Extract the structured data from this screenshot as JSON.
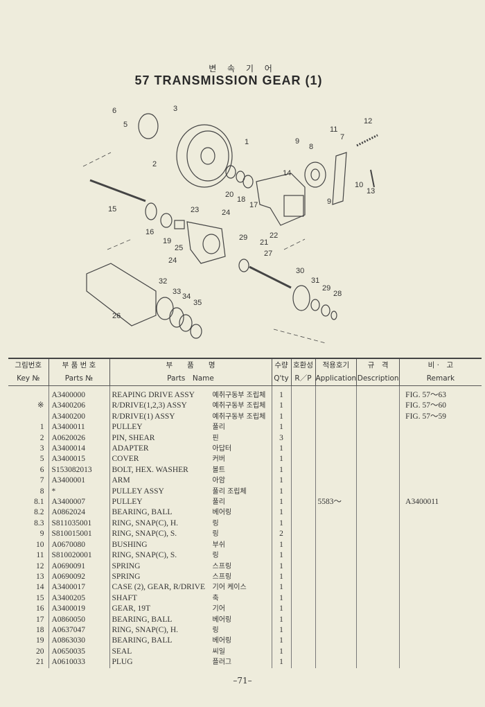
{
  "header": {
    "title_ko": "변 속 기 어",
    "title": "57 TRANSMISSION GEAR (1)"
  },
  "diagram": {
    "callouts": [
      "6",
      "3",
      "5",
      "1",
      "2",
      "9",
      "8",
      "11",
      "7",
      "12",
      "14",
      "10",
      "13",
      "9",
      "20",
      "18",
      "17",
      "15",
      "23",
      "24",
      "16",
      "19",
      "25",
      "29",
      "22",
      "21",
      "27",
      "24",
      "30",
      "31",
      "32",
      "33",
      "34",
      "29",
      "28",
      "35",
      "26"
    ]
  },
  "table": {
    "headers_ko": [
      "그림번호",
      "부 품 번 호",
      "부　　품　　명",
      "수량",
      "호환성",
      "적용호기",
      "규　격",
      "비 ·　고"
    ],
    "headers_en": [
      "Key №",
      "Parts №",
      "Parts　Name",
      "Q'ty",
      "R／P",
      "Application",
      "Description",
      "Remark"
    ],
    "rows": [
      {
        "key": "",
        "pn": "A3400000",
        "name": "REAPING DRIVE ASSY",
        "ko": "예취구동부 조립체",
        "qty": "1",
        "app": "",
        "remark": "FIG. 57～63"
      },
      {
        "key": "※",
        "pn": "A3400206",
        "name": "R/DRIVE(1,2,3) ASSY",
        "ko": "예취구동부 조립체",
        "qty": "1",
        "app": "",
        "remark": "FIG. 57～60"
      },
      {
        "key": "",
        "pn": "A3400200",
        "name": "R/DRIVE(1) ASSY",
        "ko": "예취구동부 조립체",
        "qty": "1",
        "app": "",
        "remark": "FIG. 57～59"
      },
      {
        "key": "1",
        "pn": "A3400011",
        "name": "PULLEY",
        "ko": "풀리",
        "qty": "1",
        "app": "",
        "remark": ""
      },
      {
        "key": "2",
        "pn": "A0620026",
        "name": "PIN, SHEAR",
        "ko": "핀",
        "qty": "3",
        "app": "",
        "remark": ""
      },
      {
        "key": "3",
        "pn": "A3400014",
        "name": "ADAPTER",
        "ko": "아답터",
        "qty": "1",
        "app": "",
        "remark": ""
      },
      {
        "key": "5",
        "pn": "A3400015",
        "name": "COVER",
        "ko": "커버",
        "qty": "1",
        "app": "",
        "remark": ""
      },
      {
        "key": "6",
        "pn": "S153082013",
        "name": "BOLT, HEX. WASHER",
        "ko": "볼트",
        "qty": "1",
        "app": "",
        "remark": ""
      },
      {
        "key": "7",
        "pn": "A3400001",
        "name": "ARM",
        "ko": "아암",
        "qty": "1",
        "app": "",
        "remark": ""
      },
      {
        "key": "8",
        "pn": "*",
        "name": "PULLEY ASSY",
        "ko": "풀리 조립체",
        "qty": "1",
        "app": "",
        "remark": ""
      },
      {
        "key": "8.1",
        "pn": "A3400007",
        "name": "PULLEY",
        "ko": "풀리",
        "qty": "1",
        "app": "5583～",
        "remark": "A3400011"
      },
      {
        "key": "8.2",
        "pn": "A0862024",
        "name": "BEARING, BALL",
        "ko": "베어링",
        "qty": "1",
        "app": "",
        "remark": ""
      },
      {
        "key": "8.3",
        "pn": "S811035001",
        "name": "RING, SNAP(C), H.",
        "ko": "링",
        "qty": "1",
        "app": "",
        "remark": ""
      },
      {
        "key": "9",
        "pn": "S810015001",
        "name": "RING, SNAP(C), S.",
        "ko": "링",
        "qty": "2",
        "app": "",
        "remark": ""
      },
      {
        "key": "10",
        "pn": "A0670080",
        "name": "BUSHING",
        "ko": "부쉬",
        "qty": "1",
        "app": "",
        "remark": ""
      },
      {
        "key": "11",
        "pn": "S810020001",
        "name": "RING, SNAP(C), S.",
        "ko": "링",
        "qty": "1",
        "app": "",
        "remark": ""
      },
      {
        "key": "12",
        "pn": "A0690091",
        "name": "SPRING",
        "ko": "스프링",
        "qty": "1",
        "app": "",
        "remark": ""
      },
      {
        "key": "13",
        "pn": "A0690092",
        "name": "SPRING",
        "ko": "스프링",
        "qty": "1",
        "app": "",
        "remark": ""
      },
      {
        "key": "14",
        "pn": "A3400017",
        "name": "CASE (2), GEAR, R/DRIVE",
        "ko": "기어 케이스",
        "qty": "1",
        "app": "",
        "remark": ""
      },
      {
        "key": "15",
        "pn": "A3400205",
        "name": "SHAFT",
        "ko": "축",
        "qty": "1",
        "app": "",
        "remark": ""
      },
      {
        "key": "16",
        "pn": "A3400019",
        "name": "GEAR, 19T",
        "ko": "기어",
        "qty": "1",
        "app": "",
        "remark": ""
      },
      {
        "key": "17",
        "pn": "A0860050",
        "name": "BEARING, BALL",
        "ko": "베어링",
        "qty": "1",
        "app": "",
        "remark": ""
      },
      {
        "key": "18",
        "pn": "A0637047",
        "name": "RING, SNAP(C), H.",
        "ko": "링",
        "qty": "1",
        "app": "",
        "remark": ""
      },
      {
        "key": "19",
        "pn": "A0863030",
        "name": "BEARING, BALL",
        "ko": "베어링",
        "qty": "1",
        "app": "",
        "remark": ""
      },
      {
        "key": "20",
        "pn": "A0650035",
        "name": "SEAL",
        "ko": "씨일",
        "qty": "1",
        "app": "",
        "remark": ""
      },
      {
        "key": "21",
        "pn": "A0610033",
        "name": "PLUG",
        "ko": "플러그",
        "qty": "1",
        "app": "",
        "remark": ""
      }
    ]
  },
  "footer": {
    "page": "–71–"
  }
}
